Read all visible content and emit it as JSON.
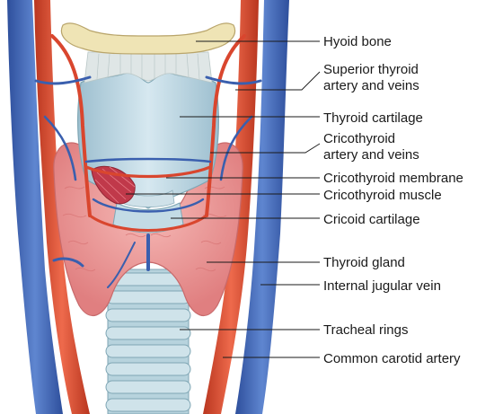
{
  "labels": {
    "hyoid_bone": "Hyoid bone",
    "superior_thyroid_1": "Superior thyroid",
    "superior_thyroid_2": "artery and veins",
    "thyroid_cartilage": "Thyroid cartilage",
    "cricothyroid_av_1": "Cricothyroid",
    "cricothyroid_av_2": "artery and veins",
    "cricothyroid_membrane": "Cricothyroid membrane",
    "cricothyroid_muscle": "Cricothyroid muscle",
    "cricoid_cartilage": "Cricoid cartilage",
    "thyroid_gland": "Thyroid gland",
    "internal_jugular_vein": "Internal jugular vein",
    "tracheal_rings": "Tracheal rings",
    "common_carotid_artery": "Common carotid artery"
  },
  "colors": {
    "vein": "#3a5fae",
    "artery": "#d9462e",
    "bone": "#efe4b5",
    "cartilage": "#b9d3e0",
    "gland": "#ef9a9a",
    "trachea": "#a9c9d4",
    "muscle": "#c0394a"
  }
}
